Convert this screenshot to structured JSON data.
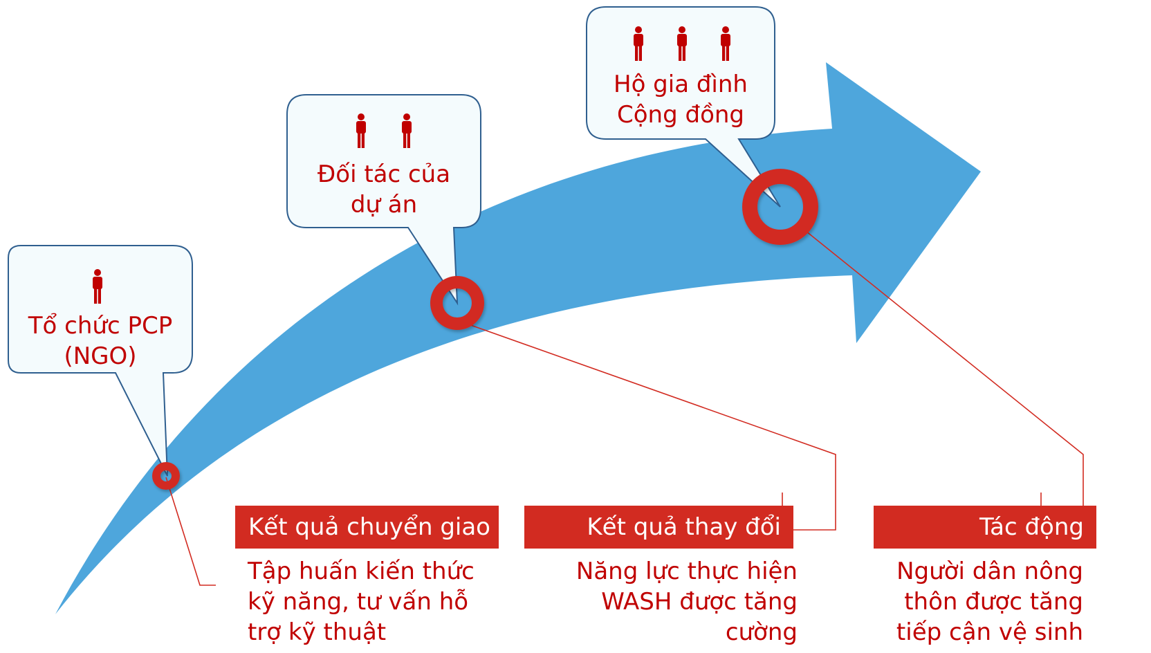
{
  "colors": {
    "arrow": "#4ea6dc",
    "accent_red": "#d22b21",
    "text_red": "#c00000",
    "callout_fill": "#f4fbfd",
    "callout_stroke": "#2f5f8f"
  },
  "callouts": [
    {
      "icon": "person-icon",
      "icon_count": 1,
      "lines": [
        "Tổ chức PCP",
        "(NGO)"
      ]
    },
    {
      "icon": "person-icon",
      "icon_count": 2,
      "lines": [
        "Đối tác của",
        "dự án"
      ]
    },
    {
      "icon": "person-icon",
      "icon_count": 3,
      "lines": [
        "Hộ gia đình",
        "Cộng đồng"
      ]
    }
  ],
  "stages": [
    {
      "header": "Kết quả chuyển giao",
      "lines": [
        "Tập huấn kiến thức",
        "kỹ năng, tư vấn hỗ",
        "trợ kỹ thuật"
      ]
    },
    {
      "header": "Kết quả thay đổi",
      "lines": [
        "Năng lực thực hiện",
        "WASH được tăng",
        "cường"
      ]
    },
    {
      "header": "Tác động",
      "lines": [
        "Người dân nông",
        "thôn được tăng",
        "tiếp cận vệ sinh"
      ]
    }
  ]
}
